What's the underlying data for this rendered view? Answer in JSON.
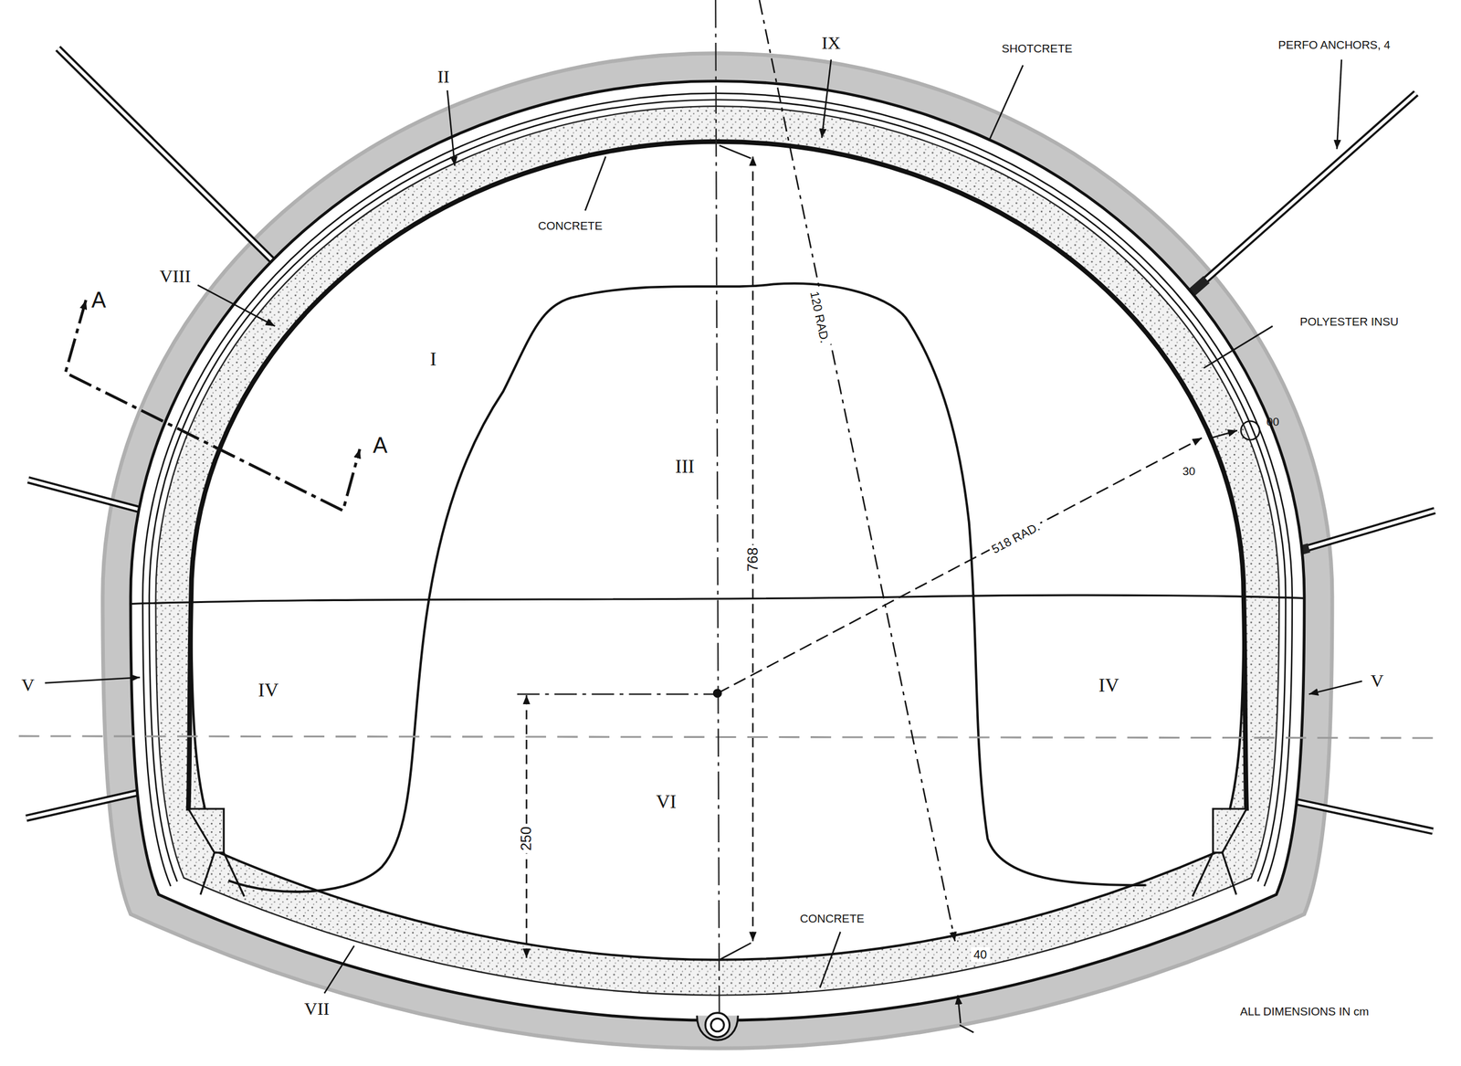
{
  "diagram": {
    "labels": [
      "II",
      "IX",
      "SHOTCRETE",
      "PERFO ANCHORS, 4",
      "CONCRETE",
      "VIII",
      "A",
      "A",
      "I",
      "III",
      "POLYESTER INSU",
      "00",
      "30",
      "768",
      "120 RAD.",
      "518 RAD.",
      "V",
      "IV",
      "IV",
      "V",
      "VI",
      "250",
      "CONCRETE",
      "40",
      "VII",
      "ALL DIMENSIONS IN cm"
    ]
  }
}
